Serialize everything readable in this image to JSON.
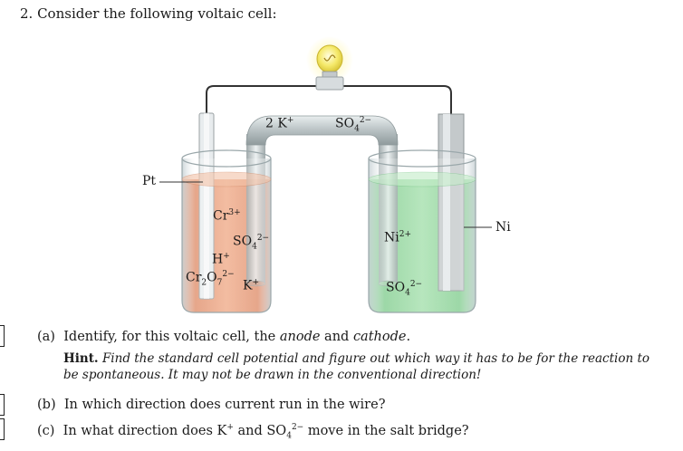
{
  "problem": {
    "heading": "2. Consider the following voltaic cell:"
  },
  "figure": {
    "salt_bridge_ion_left": "2 K",
    "salt_bridge_ion_left_sup": "+",
    "salt_bridge_ion_right": "SO",
    "salt_bridge_ion_right_sub": "4",
    "salt_bridge_ion_right_sup": "2−",
    "electrode_left": "Pt",
    "electrode_right": "Ni",
    "left_ions": {
      "cr": "Cr",
      "cr_sup": "3+",
      "so4": "SO",
      "so4_sub": "4",
      "so4_sup": "2−",
      "h": "H",
      "h_sup": "+",
      "cr2o7_a": "Cr",
      "cr2o7_sub1": "2",
      "cr2o7_b": "O",
      "cr2o7_sub2": "7",
      "cr2o7_sup": "2−",
      "k": "K",
      "k_sup": "+"
    },
    "right_ions": {
      "ni": "Ni",
      "ni_sup": "2+",
      "so4": "SO",
      "so4_sub": "4",
      "so4_sup": "2−"
    },
    "colors": {
      "left_solution": "#e79a76",
      "right_solution": "#8fd59a",
      "wire": "#333333",
      "bridge": "#b8c1c3"
    }
  },
  "questions": {
    "a_label": "(a)",
    "a_text_1": "Identify, for this voltaic cell, the ",
    "a_text_anode": "anode",
    "a_text_2": " and ",
    "a_text_cathode": "cathode",
    "a_text_3": ".",
    "hint_label": "Hint.",
    "hint_text": "Find the standard cell potential and figure out which way it has to be for the reaction to be spontaneous. It may not be drawn in the conventional direction!",
    "b_label": "(b)",
    "b_text": "In which direction does current run in the wire?",
    "c_label": "(c)",
    "c_text_1": "In what direction does K",
    "c_text_sup1": "+",
    "c_text_2": " and SO",
    "c_text_sub": "4",
    "c_text_sup2": "2−",
    "c_text_3": " move in the salt bridge?"
  }
}
